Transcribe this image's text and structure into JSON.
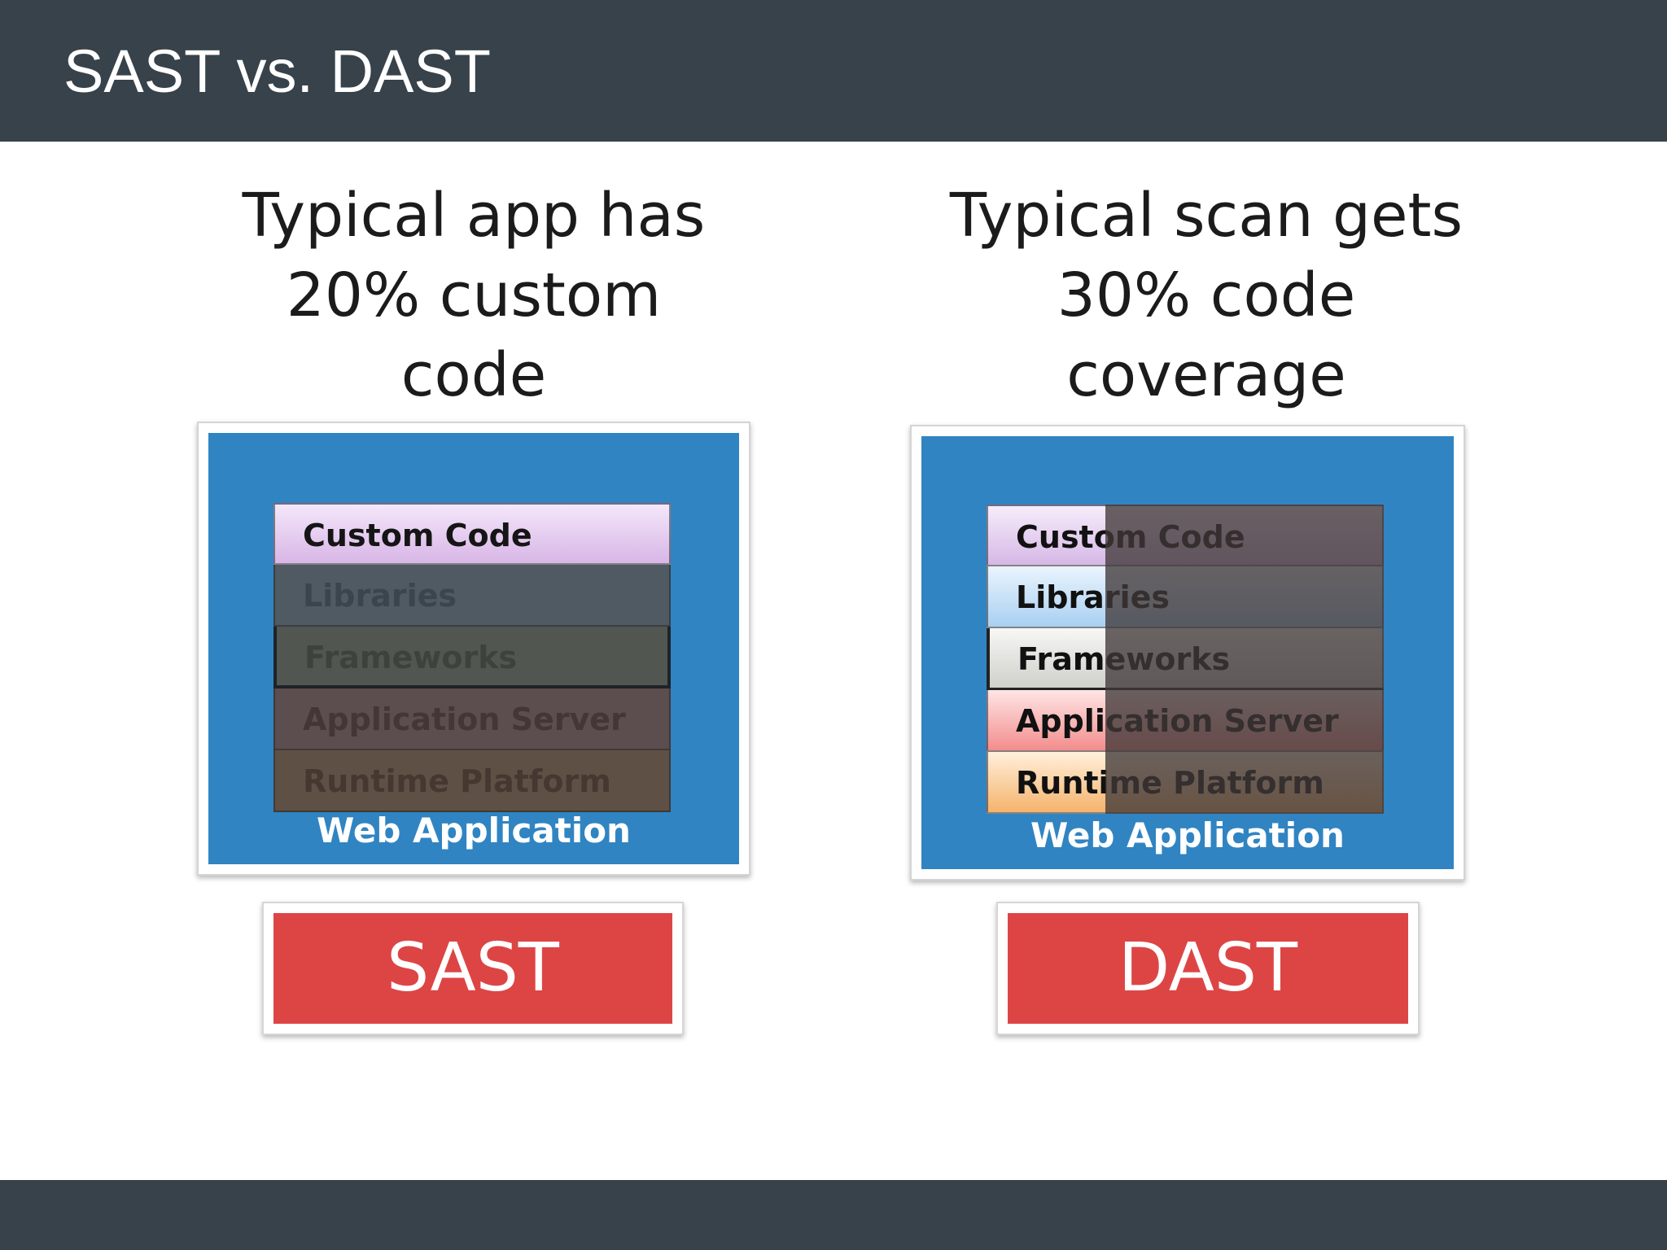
{
  "slide": {
    "title": "SAST vs. DAST"
  },
  "colors": {
    "bar_background": "#37424a",
    "app_box_blue": "#3184c2",
    "tool_red": "#dd4545"
  },
  "sast": {
    "heading_lines": [
      "Typical app has",
      "20% custom",
      "code"
    ],
    "layers": [
      "Custom Code",
      "Libraries",
      "Frameworks",
      "Application Server",
      "Runtime Platform"
    ],
    "container_label": "Web Application",
    "tool_label": "SAST"
  },
  "dast": {
    "heading_lines": [
      "Typical scan gets",
      "30% code",
      "coverage"
    ],
    "layers": [
      "Custom Code",
      "Libraries",
      "Frameworks",
      "Application Server",
      "Runtime Platform"
    ],
    "container_label": "Web Application",
    "tool_label": "DAST",
    "coverage_fraction": 0.3
  }
}
